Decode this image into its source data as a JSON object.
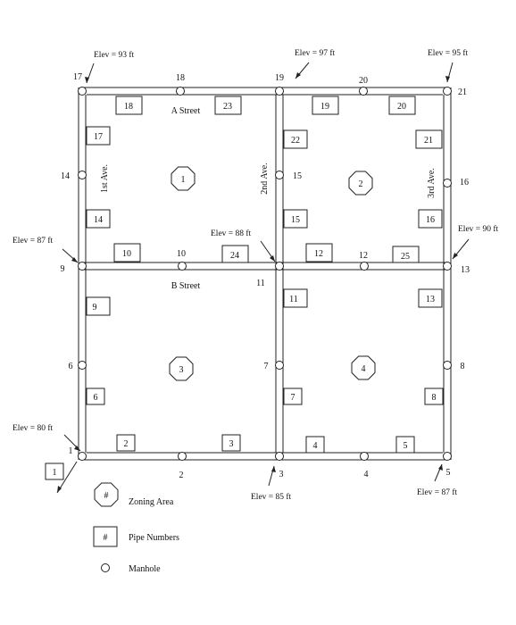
{
  "streets": {
    "a_street": "A Street",
    "b_street": "B Street",
    "first_ave": "1st Ave.",
    "second_ave": "2nd Ave.",
    "third_ave": "3rd Ave."
  },
  "nodes": [
    "1",
    "2",
    "3",
    "4",
    "5",
    "6",
    "7",
    "8",
    "9",
    "10",
    "11",
    "12",
    "13",
    "14",
    "15",
    "16",
    "17",
    "18",
    "19",
    "20",
    "21"
  ],
  "pipes": [
    "1",
    "2",
    "3",
    "4",
    "5",
    "6",
    "7",
    "8",
    "9",
    "10",
    "11",
    "12",
    "13",
    "14",
    "15",
    "16",
    "17",
    "18",
    "19",
    "20",
    "21",
    "22",
    "23",
    "24",
    "25"
  ],
  "zones": [
    "1",
    "2",
    "3",
    "4"
  ],
  "elevations": {
    "n17": "Elev = 93 ft",
    "n19": "Elev = 97 ft",
    "n21": "Elev = 95 ft",
    "n9": "Elev = 87 ft",
    "n11": "Elev = 88 ft",
    "n13": "Elev = 90 ft",
    "n1": "Elev = 80 ft",
    "n3": "Elev = 85 ft",
    "n5": "Elev = 87 ft"
  },
  "legend": {
    "symbol": "#",
    "zoning_area": "Zoning Area",
    "pipe_numbers": "Pipe Numbers",
    "manhole": "Manhole"
  }
}
